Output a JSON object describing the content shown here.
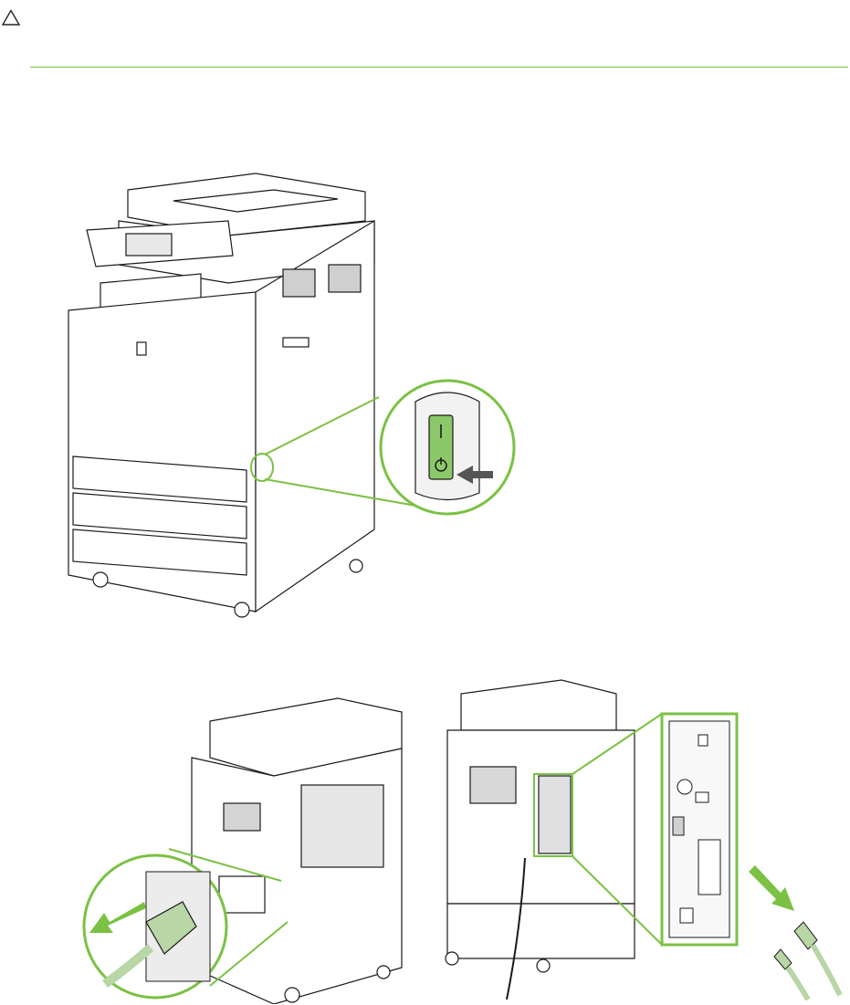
{
  "caution": {
    "icon": "caution-triangle-icon",
    "rule_color": "#7bc143"
  },
  "figures": [
    {
      "id": "power-switch",
      "icon": "power-icon",
      "callout_color": "#7bc143"
    },
    {
      "id": "power-cord",
      "icon": "arrow-icon",
      "callout_color": "#7bc143"
    },
    {
      "id": "rear-ports",
      "icon": "arrow-icon",
      "callout_color": "#7bc143"
    }
  ],
  "colors": {
    "outline": "#1a1a1a",
    "accent_green": "#7bc143",
    "switch_green": "#8cc86a",
    "cable_green": "#b8d6a6"
  }
}
